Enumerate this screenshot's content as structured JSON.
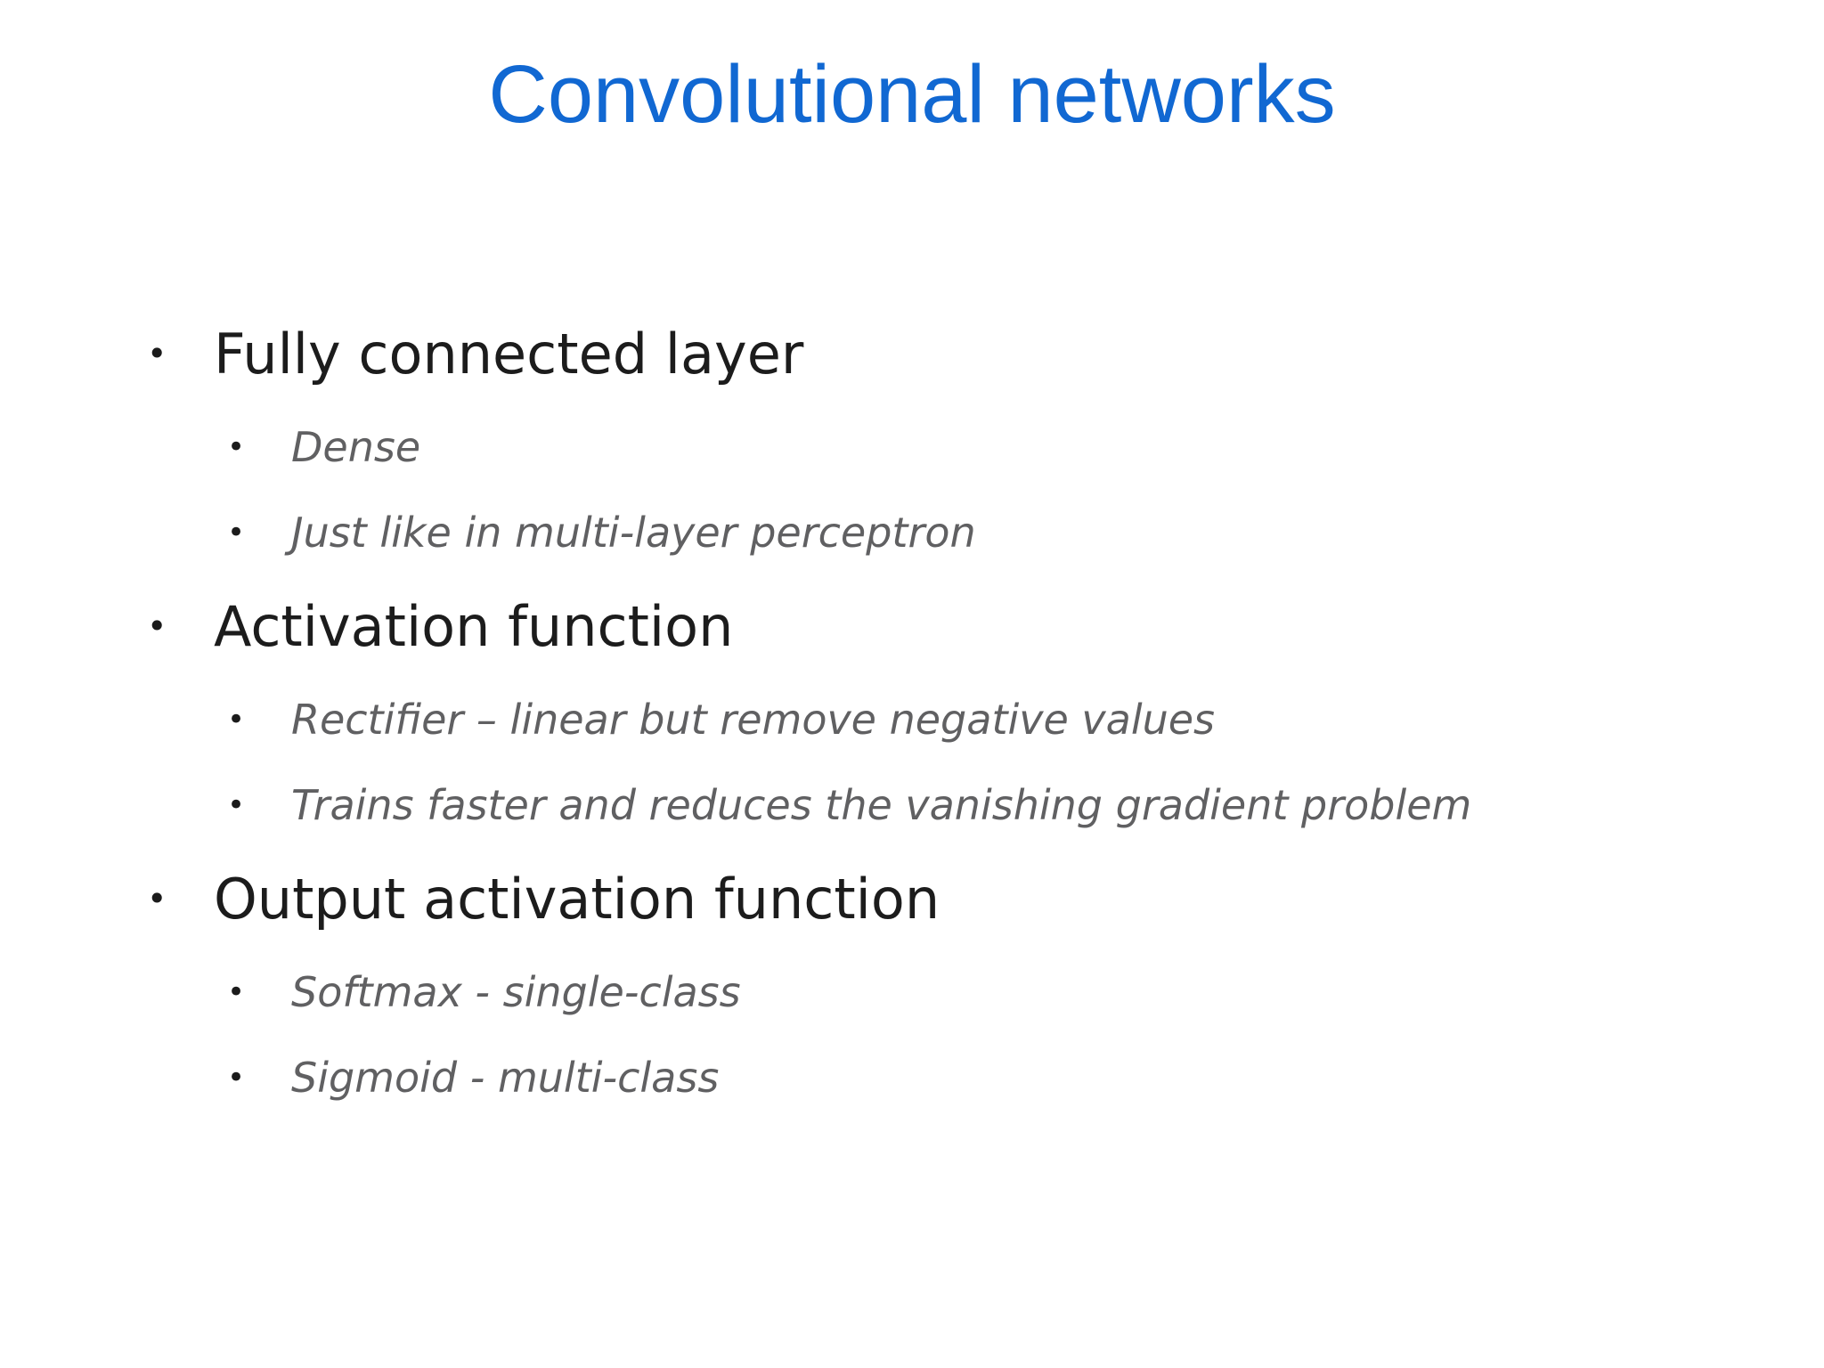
{
  "slide": {
    "title": "Convolutional networks",
    "colors": {
      "title": "#1168d2",
      "level1_text": "#1c1c1c",
      "level2_text": "#606062",
      "background": "#ffffff"
    },
    "bullet_glyph": "•",
    "bullets": [
      {
        "level": 1,
        "text": "Fully connected layer"
      },
      {
        "level": 2,
        "text": "Dense"
      },
      {
        "level": 2,
        "text": "Just like in multi-layer perceptron"
      },
      {
        "level": 1,
        "text": "Activation function"
      },
      {
        "level": 2,
        "text": "Rectifier – linear but remove negative values"
      },
      {
        "level": 2,
        "text": "Trains faster and reduces the vanishing gradient problem"
      },
      {
        "level": 1,
        "text": "Output activation function"
      },
      {
        "level": 2,
        "text": "Softmax - single-class"
      },
      {
        "level": 2,
        "text": "Sigmoid - multi-class"
      }
    ]
  }
}
